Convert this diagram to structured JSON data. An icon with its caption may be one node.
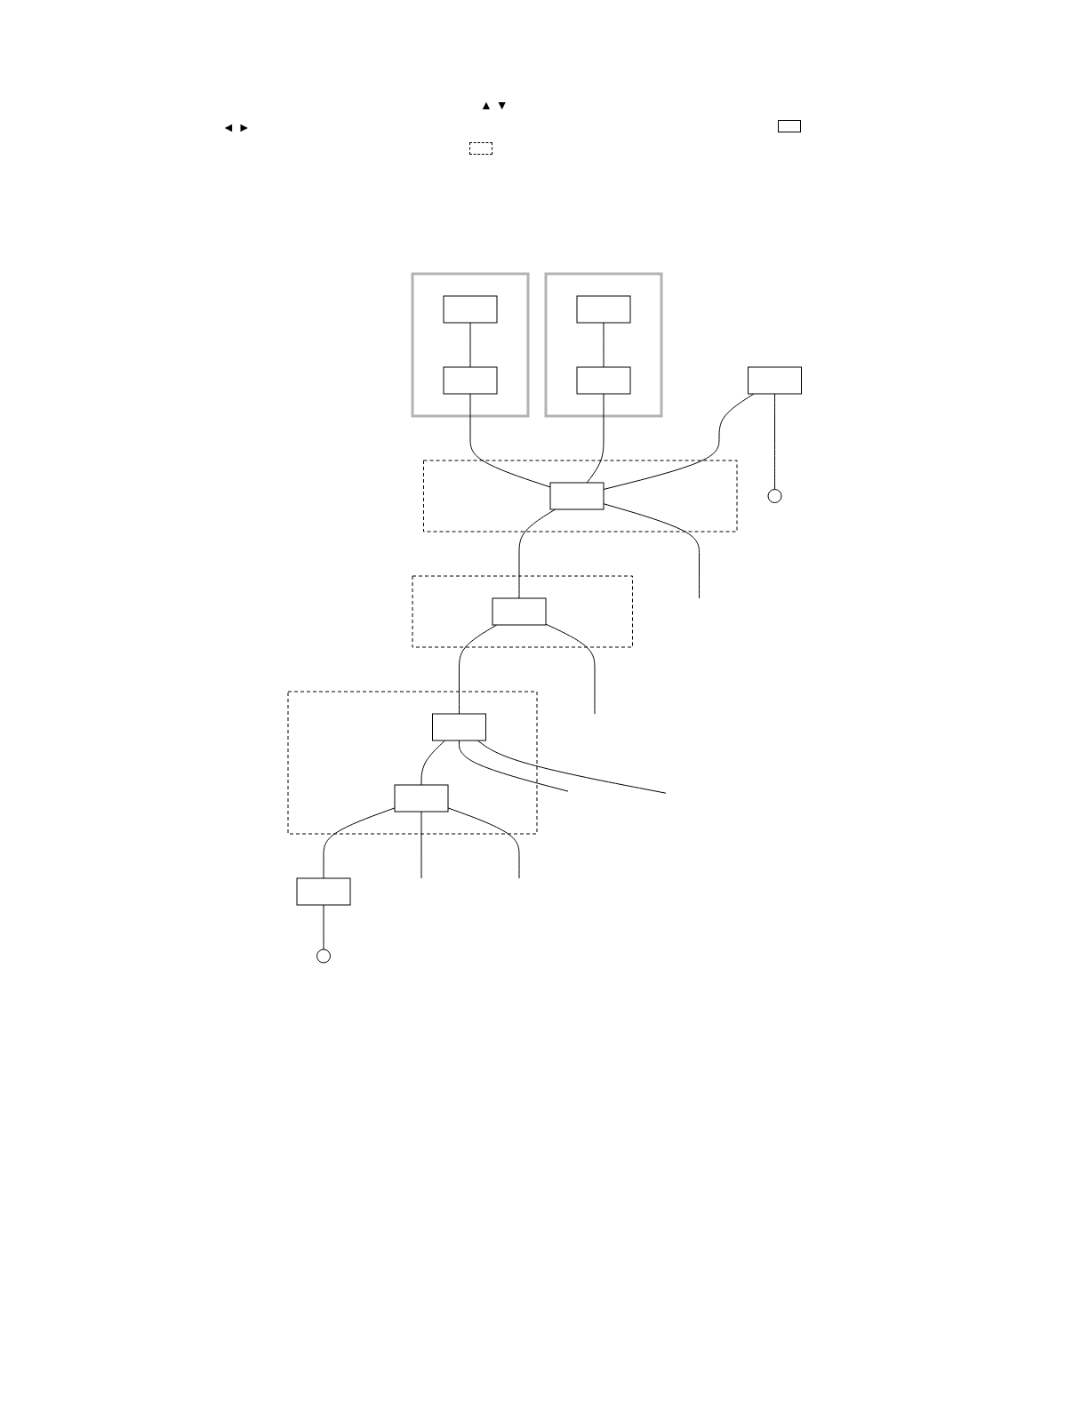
{
  "diagram": {
    "nodes": [
      {
        "text": [],
        "shape": "box"
      },
      {
        "text": [],
        "shape": "box",
        "in": 0
      },
      {
        "text": [],
        "shape": "box",
        "in": 0
      },
      {
        "text": [],
        "shape": "box"
      },
      {
        "text": [],
        "shape": "box",
        "in": 3
      },
      {
        "text": [],
        "shape": "box",
        "in": 3
      },
      {
        "text": [],
        "shape": "box"
      },
      {
        "text": [],
        "shape": "box"
      },
      {
        "text": [],
        "shape": "box",
        "in": 7
      },
      {
        "text": [],
        "shape": "box"
      },
      {
        "text": [],
        "shape": "box",
        "in": 9
      },
      {
        "text": [],
        "shape": "box"
      },
      {
        "text": [],
        "shape": "box",
        "in": 11
      },
      {
        "text": [],
        "shape": "box",
        "in": 11
      },
      {
        "text": [],
        "shape": "box"
      },
      {
        "text": [],
        "shape": "circle"
      },
      {
        "text": [],
        "shape": "circle"
      }
    ],
    "edges": [
      {
        "from": 1,
        "to": 2,
        "arrow": "none"
      },
      {
        "from": 4,
        "to": 5,
        "arrow": "none"
      },
      {
        "from": 2,
        "to": 8,
        "arrow": "none"
      },
      {
        "from": 5,
        "to": 8,
        "arrow": "none"
      },
      {
        "from": 6,
        "to": 8,
        "arrow": "none"
      },
      {
        "from": 8,
        "to": null,
        "arrow": "none"
      },
      {
        "from": 8,
        "to": 10,
        "arrow": "none"
      },
      {
        "from": 10,
        "to": null,
        "arrow": "none"
      },
      {
        "from": 10,
        "to": 12,
        "arrow": "none"
      },
      {
        "from": 12,
        "to": null,
        "arrow": "none"
      },
      {
        "from": 12,
        "to": null,
        "arrow": "none"
      },
      {
        "from": 12,
        "to": 13,
        "arrow": "none"
      },
      {
        "from": 13,
        "to": null,
        "arrow": "none"
      },
      {
        "from": 13,
        "to": null,
        "arrow": "none"
      },
      {
        "from": 13,
        "to": 14,
        "arrow": "none"
      },
      {
        "from": 14,
        "to": 16,
        "arrow": "none"
      },
      {
        "from": 6,
        "to": 15,
        "arrow": "none"
      }
    ],
    "labels": [
      "▲ ▼",
      "◄ ►"
    ]
  }
}
